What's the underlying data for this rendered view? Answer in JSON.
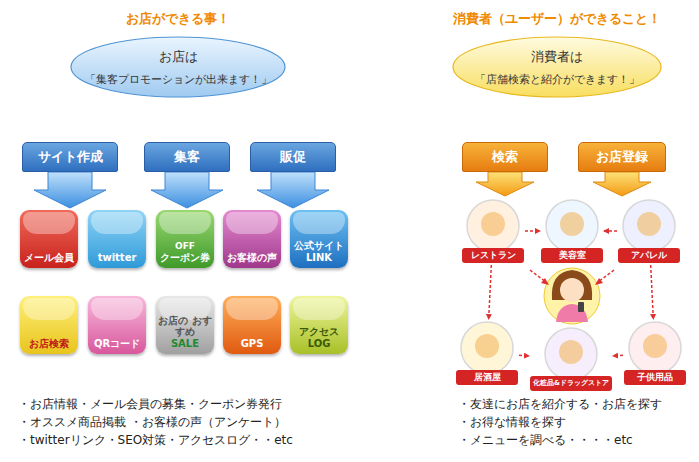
{
  "diagram": {
    "nodes": [
      {
        "text": [
          "お店は",
          "「集客プロモーションが出来ます！」"
        ]
      },
      {
        "text": [
          "サイト作成"
        ]
      },
      {
        "text": [
          "集客"
        ]
      },
      {
        "text": [
          "販促"
        ]
      },
      {
        "text": [
          "メール会員"
        ]
      },
      {
        "text": [
          "twitter"
        ]
      },
      {
        "text": [
          "OFF",
          "クーポン券"
        ]
      },
      {
        "text": [
          "お客様の声"
        ]
      },
      {
        "text": [
          "公式サイト LINK"
        ]
      },
      {
        "text": [
          "お店検索"
        ]
      },
      {
        "text": [
          "QRコード"
        ]
      },
      {
        "text": [
          "お店の おすすめ",
          "SALE"
        ]
      },
      {
        "text": [
          "GPS"
        ]
      },
      {
        "text": [
          "アクセス LOG"
        ]
      },
      {
        "text": [
          "消費者は",
          "「店舗検索と紹介ができます！」"
        ]
      },
      {
        "text": [
          "検索"
        ]
      },
      {
        "text": [
          "お店登録"
        ]
      },
      {
        "text": [
          "レストラン"
        ]
      },
      {
        "text": [
          "美容室"
        ]
      },
      {
        "text": [
          "アパレル"
        ]
      },
      {
        "text": [
          "居酒屋"
        ]
      },
      {
        "text": [
          "化粧品&ドラッグストア"
        ]
      },
      {
        "text": [
          "子供用品"
        ]
      }
    ],
    "edges": [
      {
        "from": 17,
        "to": 18,
        "arrow": "to"
      },
      {
        "from": 19,
        "to": 18,
        "arrow": "to"
      },
      {
        "from": 17,
        "to": 20,
        "arrow": "to"
      },
      {
        "from": 19,
        "to": 22,
        "arrow": "to"
      },
      {
        "from": 20,
        "to": 21,
        "arrow": "to"
      },
      {
        "from": 22,
        "to": 21,
        "arrow": "to"
      }
    ],
    "labels": [
      "お店ができる事！",
      "消費者（ユーザー）ができること！",
      "・お店情報・メール会員の募集・クーポン券発行",
      "・オススメ商品掲載 ・お客様の声（アンケート）",
      "・twitterリンク・SEO対策・アクセスログ・・etc",
      "・友達にお店を紹介する・お店を探す",
      "・お得な情報を探す",
      "・メニューを調べる・・・・etc"
    ]
  }
}
